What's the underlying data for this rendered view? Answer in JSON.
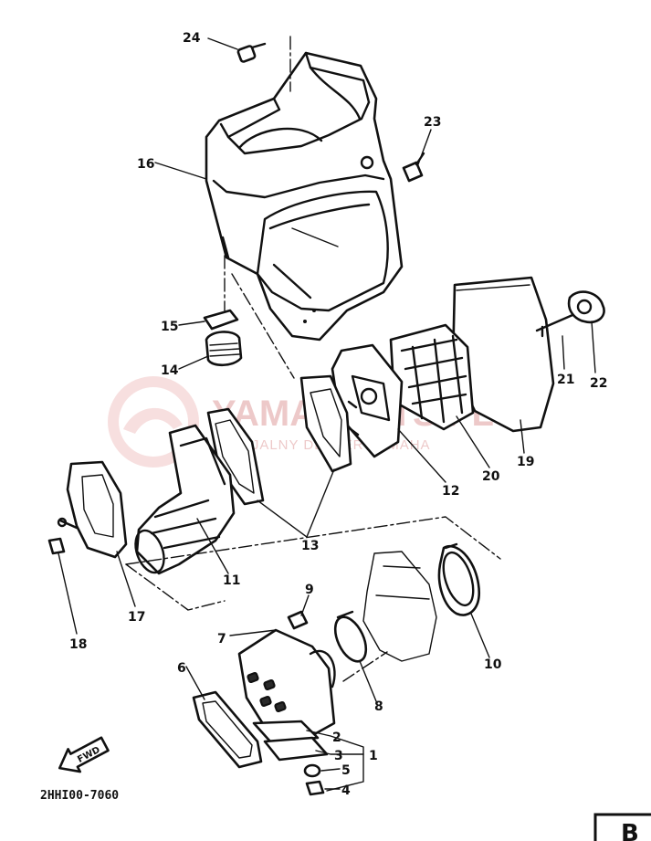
{
  "diagram": {
    "drawing_code": "2HHI00-7060",
    "fwd_label": "FWD",
    "corner_tag": "B",
    "watermark": {
      "brand": "YAMAPARTS.PL",
      "tagline": "OFICJALNY DEALER YAMAHA"
    },
    "part_numbers": [
      "1",
      "2",
      "3",
      "4",
      "5",
      "6",
      "7",
      "8",
      "9",
      "10",
      "11",
      "12",
      "13",
      "14",
      "15",
      "16",
      "17",
      "18",
      "19",
      "20",
      "21",
      "22",
      "23",
      "24"
    ],
    "colors": {
      "ink": "#111111",
      "watermark": "#d98a8a",
      "paper": "#ffffff"
    }
  }
}
